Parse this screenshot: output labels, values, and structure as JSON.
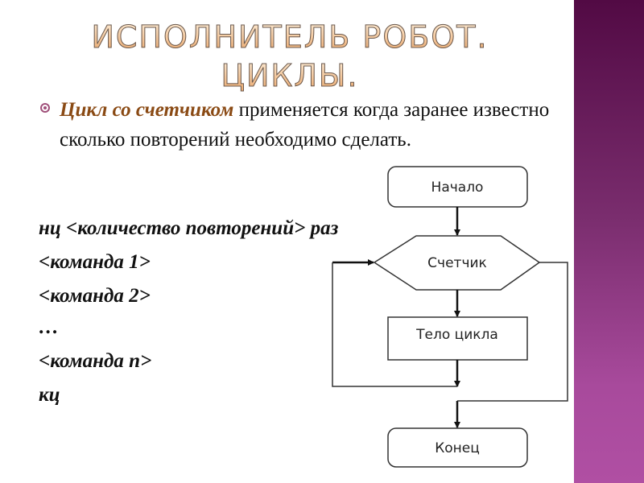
{
  "title": {
    "line1": "ИСПОЛНИТЕЛЬ РОБОТ.",
    "line2": "ЦИКЛЫ."
  },
  "paragraph": {
    "term": "Цикл со счетчиком",
    "text": " применяется когда заранее известно сколько повторений необходимо сделать."
  },
  "code": [
    "нц <количество повторений> раз",
    "<команда 1>",
    "<команда 2>",
    "…",
    "<команда n>",
    "кц"
  ],
  "flowchart": {
    "start": "Начало",
    "counter": "Счетчик",
    "body": "Тело цикла",
    "end": "Конец"
  },
  "colors": {
    "accent": "#8a4a14",
    "band": "#7a2d6e"
  }
}
